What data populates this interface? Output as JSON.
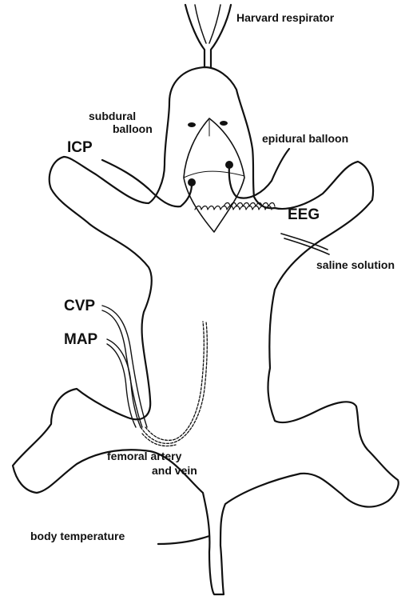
{
  "colors": {
    "ink": "#111111",
    "paper": "#ffffff"
  },
  "labels": {
    "harvard_respirator": "Harvard respirator",
    "subdural_balloon_1": "subdural",
    "subdural_balloon_2": "balloon",
    "icp": "ICP",
    "epidural_balloon": "epidural balloon",
    "eeg": "EEG",
    "saline_solution": "saline solution",
    "cvp": "CVP",
    "map": "MAP",
    "femoral_1": "femoral artery",
    "femoral_2": "and vein",
    "body_temperature": "body temperature"
  }
}
